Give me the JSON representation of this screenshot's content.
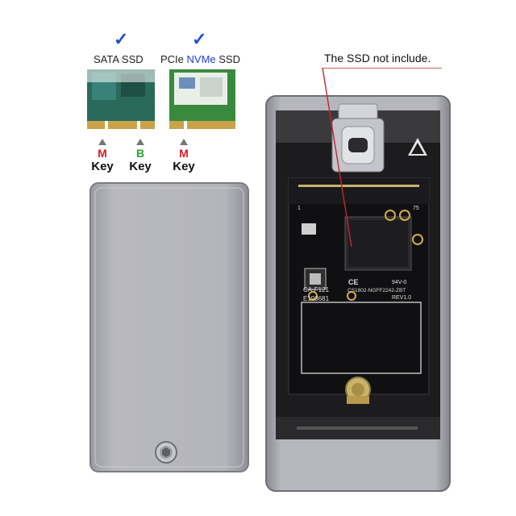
{
  "colors": {
    "check": "#1f4fd8",
    "m_key": "#d0202a",
    "b_key": "#2aa52a",
    "callout_line": "#c0282f"
  },
  "top": {
    "sata": {
      "check": "✓",
      "label": "SATA SSD"
    },
    "nvme": {
      "check": "✓",
      "prefix": "PCIe ",
      "highlight": "NVMe",
      "suffix": " SSD"
    }
  },
  "keys": [
    {
      "letter": "M",
      "word": "Key"
    },
    {
      "letter": "B",
      "word": "Key"
    },
    {
      "letter": "M",
      "word": "Key"
    }
  ],
  "callout": {
    "text": "The SSD not include."
  },
  "board": {
    "cert": "CE",
    "rating": "94V-0",
    "model": "CS1802-NGFF2242-ZBT",
    "rev": "REV1.0",
    "part": "CA-F121",
    "ul": "E198681",
    "pin1": "1",
    "pin75": "75"
  }
}
